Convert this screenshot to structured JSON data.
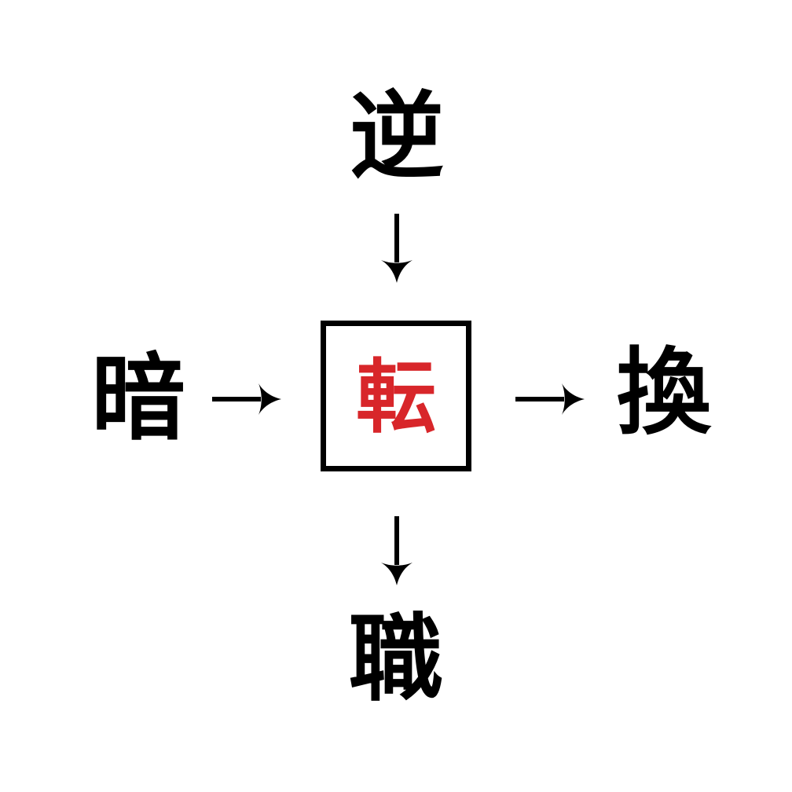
{
  "puzzle": {
    "description": "Kanji compound puzzle: four characters combine with the red center character",
    "center": {
      "char": "転",
      "color": "#d8262a"
    },
    "top": {
      "char": "逆"
    },
    "left": {
      "char": "暗"
    },
    "right": {
      "char": "換"
    },
    "bottom": {
      "char": "職"
    },
    "arrows": [
      {
        "name": "top-to-center",
        "direction": "down"
      },
      {
        "name": "left-to-center",
        "direction": "right"
      },
      {
        "name": "center-to-right",
        "direction": "right"
      },
      {
        "name": "center-to-bottom",
        "direction": "down"
      }
    ]
  },
  "colors": {
    "background": "#ffffff",
    "ink": "#000000",
    "accent_red": "#d8262a"
  }
}
